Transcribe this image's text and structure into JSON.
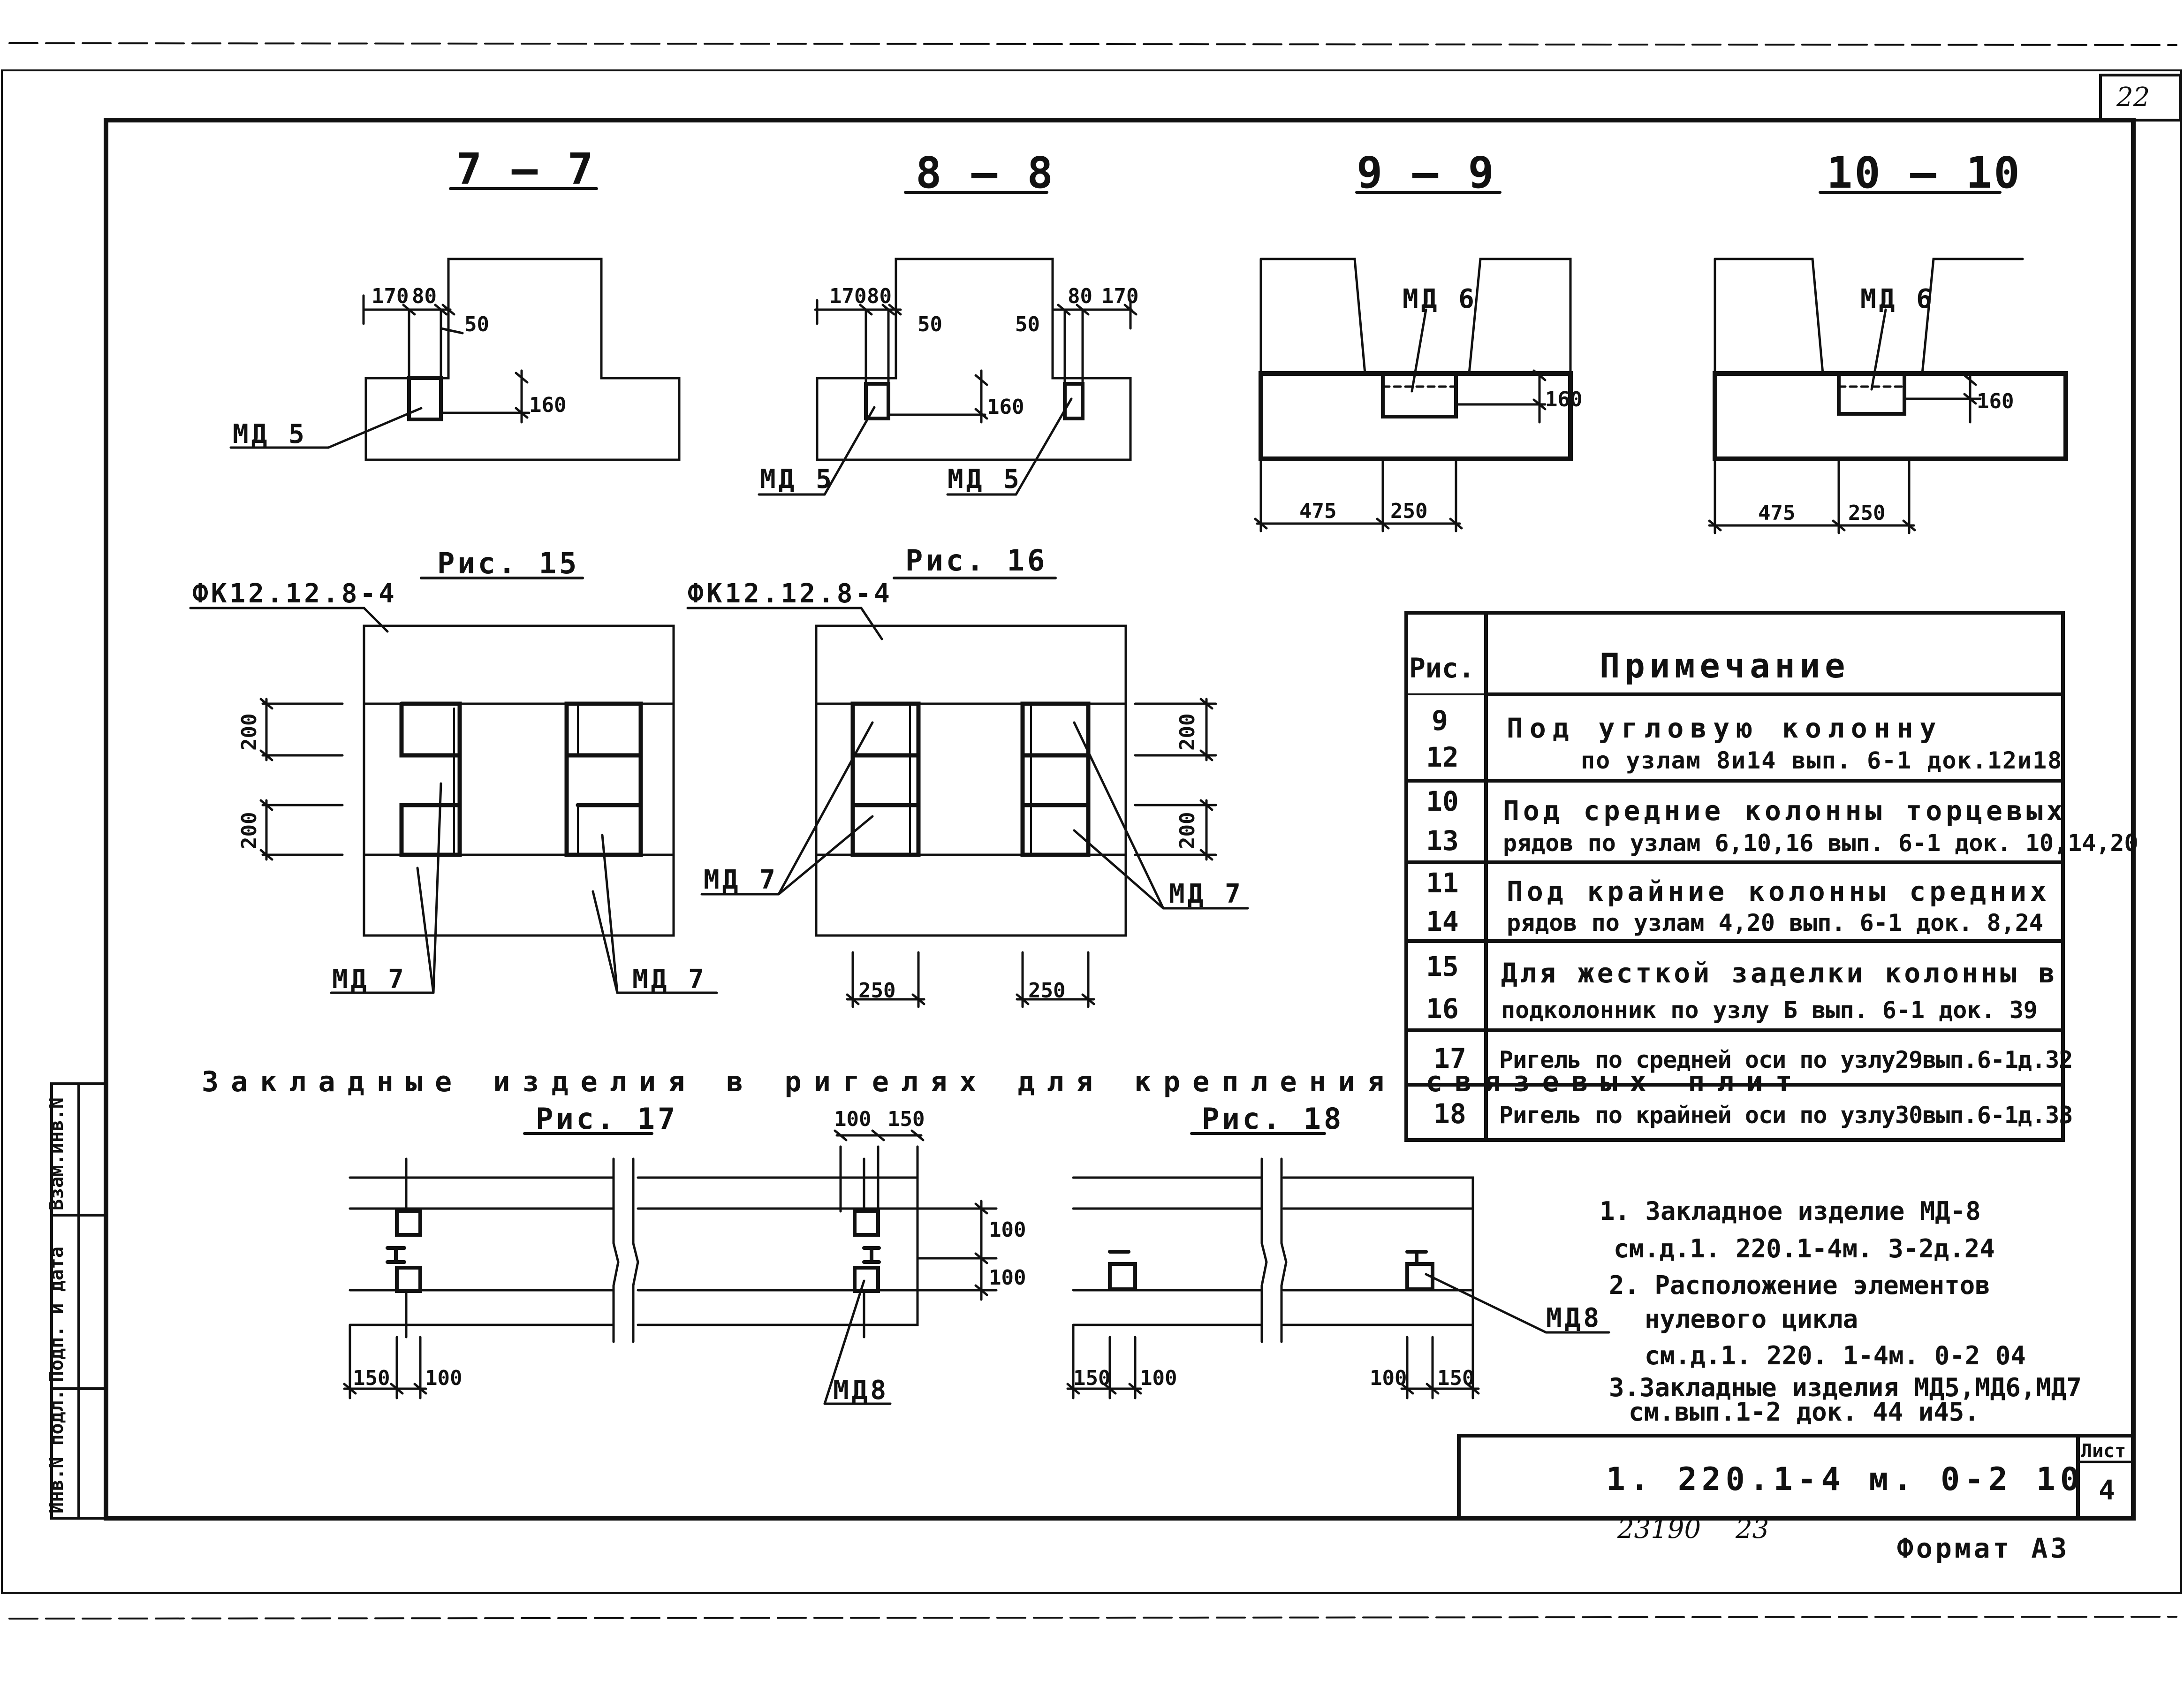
{
  "sheet": {
    "page_number": "22",
    "format_label": "Формат А3",
    "doc_code": "1. 220.1-4 м. 0-2 10",
    "sheet_label": "Лист",
    "sheet_number": "4",
    "inventory": "23190",
    "inventory_2": "23"
  },
  "side_stamp": {
    "col1": "Инв.N подл.",
    "col2": "Подп. и дата",
    "col3": "Взам.инв.N"
  },
  "sections": {
    "s77": {
      "title": "7 — 7",
      "d170": "170",
      "d80": "80",
      "d50": "50",
      "d160": "160",
      "label": "МД 5"
    },
    "s88": {
      "title": "8 — 8",
      "d170a": "170",
      "d80a": "80",
      "d50a": "50",
      "d50b": "50",
      "d80b": "80",
      "d170b": "170",
      "d160": "160",
      "label_a": "МД 5",
      "label_b": "МД 5"
    },
    "s99": {
      "title": "9 — 9",
      "label": "МД 6",
      "d160": "160",
      "d475": "475",
      "d250": "250"
    },
    "s1010": {
      "title": "10 — 10",
      "label": "МД 6",
      "d160": "160",
      "d475": "475",
      "d250": "250"
    }
  },
  "fig15": {
    "title": "Рис. 15",
    "panel": "ФК12.12.8-4",
    "d200a": "200",
    "d200b": "200",
    "label_a": "МД 7",
    "label_b": "МД 7"
  },
  "fig16": {
    "title": "Рис. 16",
    "panel": "ФК12.12.8-4",
    "d200a": "200",
    "d200b": "200",
    "label_a": "МД 7",
    "label_b": "МД 7",
    "d250a": "250",
    "d250b": "250"
  },
  "heading": "Закладные изделия в ригелях для крепления связевых плит",
  "fig17": {
    "title": "Рис. 17",
    "d100top": "100",
    "d150top": "150",
    "d100r1": "100",
    "d100r2": "100",
    "d150": "150",
    "d100": "100",
    "label": "МД8"
  },
  "fig18": {
    "title": "Рис. 18",
    "d150": "150",
    "d100": "100",
    "d100b": "100",
    "d150b": "150",
    "label": "МД8"
  },
  "notes_table": {
    "col_fig": "Рис.",
    "col_note": "Примечание",
    "rows": [
      {
        "fig_a": "9",
        "fig_b": "12",
        "line1": "Под угловую колонну",
        "line2": "по узлам 8и14 вып. 6-1 док.12и18"
      },
      {
        "fig_a": "10",
        "fig_b": "13",
        "line1": "Под средние колонны торцевых",
        "line2": "рядов по узлам 6,10,16 вып. 6-1 док. 10,14,20"
      },
      {
        "fig_a": "11",
        "fig_b": "14",
        "line1": "Под крайние колонны средних",
        "line2": "рядов по узлам 4,20 вып. 6-1 док. 8,24"
      },
      {
        "fig_a": "15",
        "fig_b": "16",
        "line1": "Для жесткой заделки колонны в",
        "line2": "подколонник по узлу Б вып. 6-1 док. 39"
      },
      {
        "fig_a": "17",
        "fig_b": "",
        "line1": "Ригель по средней оси по узлу29вып.6-1д.32",
        "line2": ""
      },
      {
        "fig_a": "18",
        "fig_b": "",
        "line1": "Ригель по крайней оси по узлу30вып.6-1д.33",
        "line2": ""
      }
    ]
  },
  "footnotes": [
    "1. Закладное изделие МД-8",
    "см.д.1. 220.1-4м. 3-2д.24",
    "2. Расположение элементов",
    "нулевого цикла",
    "см.д.1. 220. 1-4м. 0-2  04",
    "3.Закладные изделия МД5,МД6,МД7",
    "см.вып.1-2 док. 44 и45."
  ]
}
